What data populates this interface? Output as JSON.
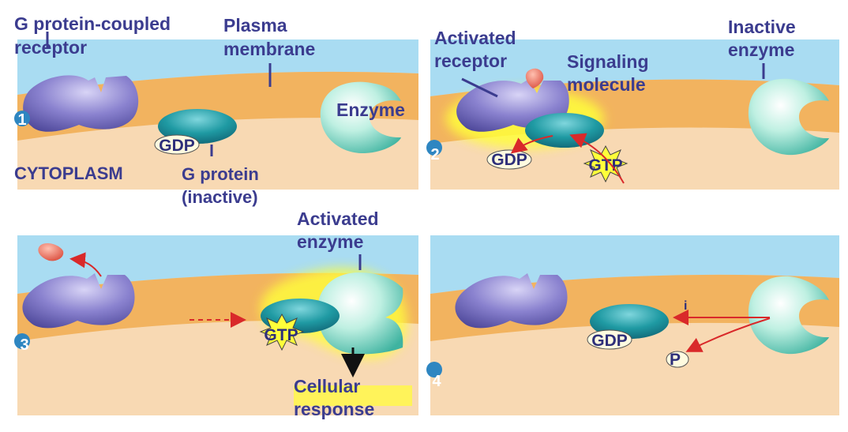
{
  "colors": {
    "extracellular": "#a9dcf2",
    "membrane": "#f2b35f",
    "cytoplasm": "#f8d9b3",
    "receptor": "#7f78c6",
    "g_protein": "#1f9aa3",
    "enzyme": "#9fe3cf",
    "signal_molecule": "#e86a5a",
    "label_text": "#3b3c8f",
    "step_circle": "#2e86c1",
    "glow": "#ffff3a",
    "arrow_red": "#d9292a"
  },
  "panel1": {
    "step": "1",
    "receptor_label_1": "G protein-coupled",
    "receptor_label_2": "receptor",
    "membrane_label_1": "Plasma",
    "membrane_label_2": "membrane",
    "enzyme_label": "Enzyme",
    "gdp": "GDP",
    "cytoplasm_label": "CYTOPLASM",
    "gprotein_label_1": "G protein",
    "gprotein_label_2": "(inactive)"
  },
  "panel2": {
    "step": "2",
    "activated_receptor_1": "Activated",
    "activated_receptor_2": "receptor",
    "signaling_molecule_1": "Signaling",
    "signaling_molecule_2": "molecule",
    "inactive_enzyme_1": "Inactive",
    "inactive_enzyme_2": "enzyme",
    "gdp": "GDP",
    "gtp": "GTP"
  },
  "panel3": {
    "step": "3",
    "activated_enzyme_1": "Activated",
    "activated_enzyme_2": "enzyme",
    "gtp": "GTP",
    "cellular_response_1": "Cellular",
    "cellular_response_2": "response"
  },
  "panel4": {
    "step": "4",
    "gdp": "GDP",
    "p": "P",
    "i": "i"
  }
}
